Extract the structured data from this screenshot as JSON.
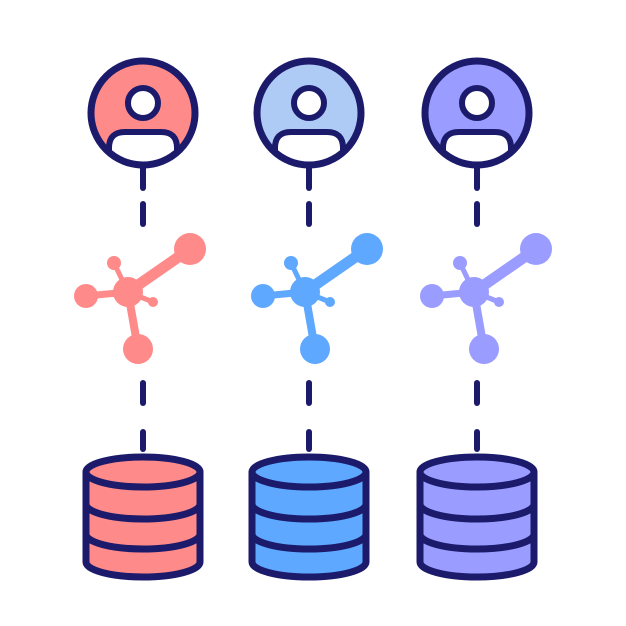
{
  "colors": {
    "outline": "#1b1a6b",
    "background": "#ffffff"
  },
  "columns": [
    {
      "id": "left",
      "user_icon": "user-avatar-icon",
      "network_icon": "network-node-icon",
      "database_icon": "database-icon",
      "avatar_fill": "#ff8a8a",
      "network_color": "#ff8a8a",
      "database_fill": "#ff8a8a"
    },
    {
      "id": "middle",
      "user_icon": "user-avatar-icon",
      "network_icon": "network-node-icon",
      "database_icon": "database-icon",
      "avatar_fill": "#aecbf5",
      "network_color": "#5ea8ff",
      "database_fill": "#5ea8ff"
    },
    {
      "id": "right",
      "user_icon": "user-avatar-icon",
      "network_icon": "network-node-icon",
      "database_icon": "database-icon",
      "avatar_fill": "#9a9cff",
      "network_color": "#9a9cff",
      "database_fill": "#9a9cff"
    }
  ]
}
